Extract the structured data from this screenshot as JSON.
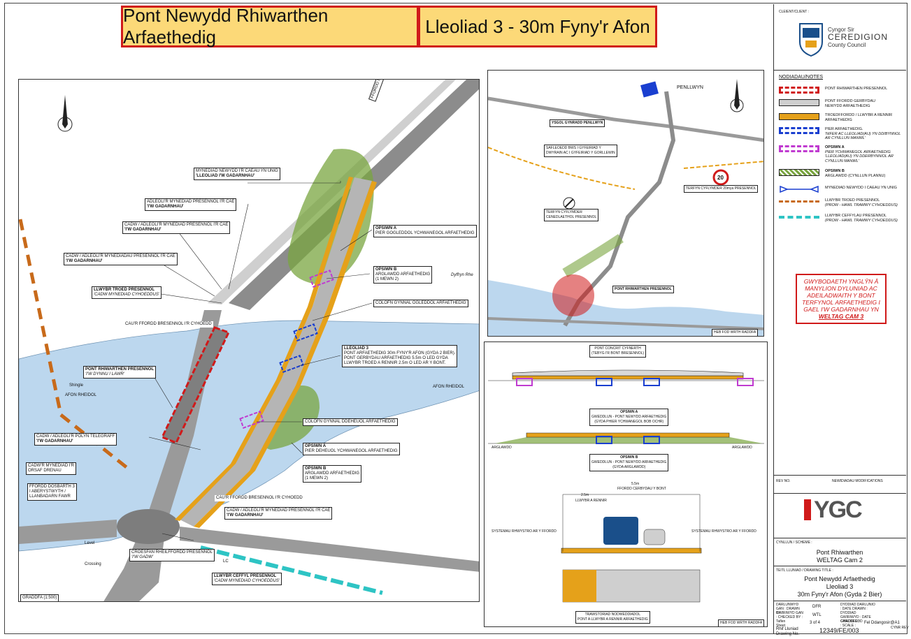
{
  "title_left": "Pont Newydd Rhiwarthen Arfaethedig",
  "title_right": "Lleoliad 3 - 30m Fyny'r Afon",
  "client": {
    "label": "CLEIENT/CLIENT :",
    "logo_line1": "Cyngor Sir",
    "logo_line2": "CEREDIGION",
    "logo_line3": "County Council"
  },
  "legend": {
    "title": "NODIADAU/NOTES",
    "items": [
      {
        "line1": "PONT RHIWARTHEN PRESENNOL",
        "line2": ""
      },
      {
        "line1": "PONT FFORDD GERBYDAU",
        "line2": "NEWYDD ARFAETHEDIG"
      },
      {
        "line1": "TROEDFFORDD / LLWYBR A RENNIR",
        "line2": "ARFAETHEDIG"
      },
      {
        "line1": "PIER ARFAETHEDIG.",
        "line2": "'NIFER AC LLEOLIAD(AU) YN DDIBYNNOL AR CYNLLUN MANWL'"
      },
      {
        "line1": "OPSIWN A",
        "line2": "PIER YCHWANEGOL ARFAETHEDIG 'LLEOLIAD(AU) YN DDERBYNNIOL AR CYNLLUN MANWL'"
      },
      {
        "line1": "OPSIWN B",
        "line2": "ARGLAWDD (CYNLLUN PLANNU)"
      },
      {
        "line1": "MYNEDIAD NEWYDD I CAEAU YN UNIG",
        "line2": ""
      },
      {
        "line1": "LLWYBR TROED PRESENNOL",
        "line2": "(PROW - HAWL TRAMWY CYHOEDDUS)"
      },
      {
        "line1": "LLWYBR CEFFYLAU PRESENNOL",
        "line2": "(PROW - HAWL TRAMWY CYHOEDDUS)"
      }
    ]
  },
  "notice": {
    "text": "GWYBODAETH YNGLŶN Â MANYLION DYLUNIAD AC ADEILADWAITH Y BONT TERFYNOL ARFAETHEDIG I GAEL I'W GADARNHAU YN",
    "link": "WELTAG CAM 3"
  },
  "main_map": {
    "scale": "GRADDFA (1:500)",
    "labels": {
      "ffordd": "FFORDD DOSBARTH 3",
      "mynediad": "MYNEDIAD NEWYDD I'R CAEAU YN UNIG",
      "mynediad_sub": "'LLEOLIAD I'W GADARNHAU'",
      "adleoli": "ADLEOLI'R MYNEDIAD PRESENNOL I'R CAE",
      "adleoli_sub": "'I'W GADARNHAU'",
      "cadw1": "CADW / ADLEOLI'R MYNEDIAD PRESENNOL I'R CAE",
      "cadw1_sub": "'I'W GADARNHAU'",
      "cadw2": "CADW / ADLEOLI'R MYNEDIADAU PRESENNOL I'R CAE",
      "cadw2_sub": "'I'W GADARNHAU'",
      "llwybr": "LLWYBR TROED PRESENNOL",
      "llwybr_sub": "'CADW MYNEDIAD CYHOEDDUS'",
      "opsiwn_a": "OPSIWN A",
      "opsiwn_a_sub": "PIER GOGLEDDOL YCHWANEGOL ARFAETHEDIG",
      "opsiwn_b": "OPSIWN B",
      "opsiwn_b_sub": "ARGLAWDD ARFAETHEDIG",
      "opsiwn_b_sub2": "(1 MEWN 2)",
      "colofn_n": "COLOFN GYNNAL OGLEDDOL ARFAETHEDIG",
      "caur": "CAU'R FFORDD BRESENNOL I'R CYHOEDD",
      "pont": "PONT RHIWARTHEN PRESENNOL",
      "pont_sub": "'I'W DYNNU I LAWR'",
      "lleoliad": "LLEOLIAD 3",
      "lleoliad_l1": "PONT ARFAETHEDIG 30m FYNY'R AFON (GYDA 2 BIER).",
      "lleoliad_l2": "PONT GERBYDAU ARFAETHEDIG 5.5m O LED GYDA",
      "lleoliad_l3": "LLWYBR TROED A RENNIR 2.5m O LED AR Y BONT.",
      "afon_w": "AFON RHEIDOL",
      "afon_e": "AFON RHEIDOL",
      "colofn_s": "COLOFN GYNNAL DDEHEUOL ARFAETHEDIG",
      "cadw_polyn": "CADW / ADLEOLI'R POLYN TELEGRAFF",
      "cadw_polyn_sub": "'I'W GADARNHAU'",
      "opsiwn_a2": "OPSIWN A",
      "opsiwn_a2_sub": "PIER DEHEUOL YCHWANEGOL ARFAETHEDIG",
      "opsiwn_b2": "OPSIWN B",
      "opsiwn_b2_sub": "ARGLAWDD ARFAETHEDIG",
      "opsiwn_b2_sub2": "(1 MEWN 2)",
      "cadw_mynediad": "CADW'R MYNEDIAD I'R",
      "cadw_mynediad2": "ORSAF DRENAU",
      "ffordd3": "FFORDD DOSBARTH 3",
      "ffordd3_b": "I ABERYSTWYTH /",
      "ffordd3_c": "LLANBADARN FAWR",
      "caur2": "CAU'R FFORDD BRESENNOL I'R CYHOEDD",
      "cadw3": "CADW / ADLEOLI'R MYNEDIAD PRESENNOL I'R CAE",
      "cadw3_sub": "'I'W GADARNHAU'",
      "croesfan": "CROESFAN RHEILFFORDD PRESENNOL",
      "croesfan_sub": "'I'W GADW'",
      "ceffyl": "LLWYBR CEFFYL PRESENNOL",
      "ceffyl_sub": "'CADW MYNEDIAD CYHOEDDUS'",
      "dyffryn": "Dyffryn Rhe",
      "shingle": "Shingle",
      "level": "Level",
      "crossing": "Crossing",
      "lc": "LC"
    }
  },
  "location_map": {
    "penllwyn": "PENLLWYN",
    "ysgol": "YSGOL GYNRADD PENLLWYN",
    "safle": "SAFLEOEDD BWS I GYFEIRIAD Y",
    "safle2": "DWYRAIN AC I GYFEIRIAD Y GORLLEWIN",
    "terfyn20": "TERFYN CYFLYMDER 20mya PRESENNOL",
    "terfyn": "TERFYN CYFLYMDER",
    "terfyn2": "CENEDLAETHOL PRESENNOL",
    "pont": "PONT RHIWARTHEN PRESENNOL",
    "speed": "20",
    "no_scale": "HEB FOD WRTH RADDFA"
  },
  "sections": {
    "title1": "PONT CONCRIT CYFNERTH",
    "title2": "(TEBYG I'R BONT BRESENNOL)",
    "optA": "OPSIWN A",
    "optA2": "GWEDDLUN - PONT NEWYDD ARFAETHEDIG",
    "optA3": "(GYDA PHIER YCHWANEGOL BOB OCHR)",
    "optB": "OPSIWN B",
    "optB2": "GWEDDLUN - PONT NEWYDD ARFAETHEDIG",
    "optB3": "(GYDA ARGLAWDD)",
    "cross": "TRAWSTORIAD NODWEDDIADOL",
    "cross2": "PONT A LLWYBR A RENNIR ARFAETHEDIG",
    "no_scale": "HEB FOD WRTH RADDFA",
    "dim_w": "5.5m",
    "dim_path": "2.5m",
    "dim_road": "FFORDD CERBYDAU Y BONT",
    "dim_llwybr": "LLWYBR A RENNIR",
    "rhwystro": "SYSTEMAU RHWYSTRO AR Y FFORDD",
    "rhwystro2": "SYSTEMAU RHWYSTRO AR Y FFORDD",
    "arglawdd_l": "ARGLAWDD",
    "arglawdd_r": "ARGLAWDD"
  },
  "title_block": {
    "ygc": "YGC",
    "scheme_label": "CYNLLUN / SCHEME :",
    "scheme1": "Pont Rhiwarthen",
    "scheme2": "WELTAG Cam 2",
    "drawing_label": "TEITL LLUNIAD / DRAWING TITLE :",
    "drawing1": "Pont Newydd Arfaethedig",
    "drawing2": "Lleoliad 3",
    "drawing3": "30m Fyny'r Afon (Gyda 2 Bier)",
    "drawn_by_label": "DARLUNWYD GAN : DRAWN BY :",
    "drawn_by": "DFR",
    "checked_label": "GWIRIWYD GAN : CHECKED BY :",
    "checked": "WTL",
    "date_drawn": "DYDDIAD DARLUNIO : DATE DRAWN :",
    "date_checked": "DYDDIAD GWIRIWYD : DATE CHECKED :",
    "sheet_label": "Taflen Sheet",
    "sheet": "3 of 4",
    "scale_label": "GRADDFEDD : SCALE :",
    "scale": "Fel Ddangosir@A1",
    "drawing_no_label": "Rhif Lluniad Drawing No.",
    "drawing_no": "12349/FE/003",
    "rev_label": "CYNR REV",
    "rev_table": "REV NO.",
    "mods": "NEWIDIADAU MODIFICATIONS"
  },
  "colors": {
    "title_bg": "#fcd978",
    "red": "#d01a1a",
    "water": "#bcd7ee",
    "green": "#7aa540",
    "orange": "#e5a11a",
    "blue": "#1a3fd0",
    "magenta": "#c03bd0"
  }
}
